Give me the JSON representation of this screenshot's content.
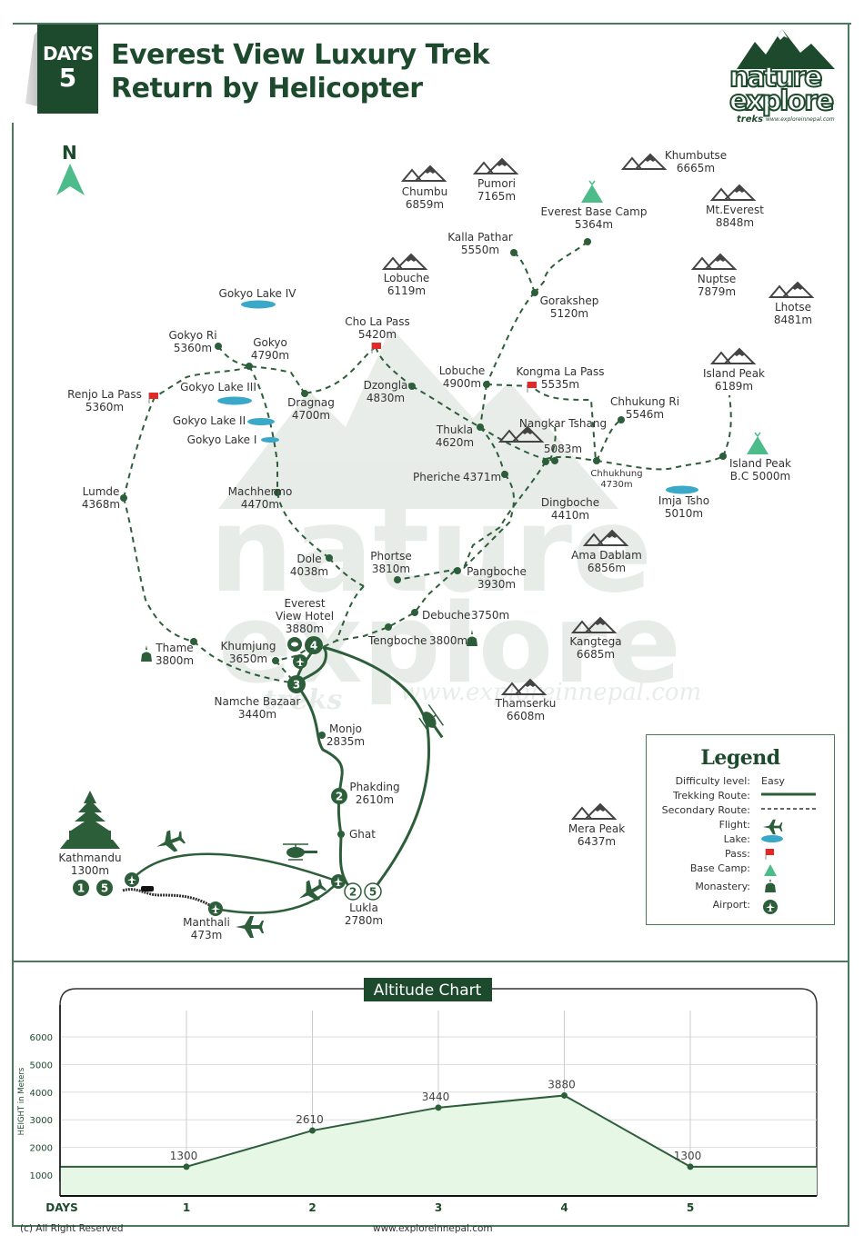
{
  "header": {
    "days_label": "DAYS",
    "days_count": "5",
    "title_line1": "Everest View Luxury Trek",
    "title_line2": "Return by Helicopter"
  },
  "logo": {
    "line1": "nature",
    "line2": "explore",
    "line3": "treks",
    "url": "www.exploreinnepal.com"
  },
  "compass": {
    "label": "N"
  },
  "colors": {
    "brand_green": "#1d4a2c",
    "route_green": "#2d5e3a",
    "lake": "#3aa9c9",
    "base_camp": "#4dbb8a",
    "pass_flag": "#e02a2a",
    "chart_fill": "#e6f7e6"
  },
  "watermark": {
    "text1": "nature",
    "text2": "explore",
    "text3": "treks",
    "url": "www.exploreinnepal.com"
  },
  "mountains": [
    {
      "name": "Chumbu",
      "alt": "6859m"
    },
    {
      "name": "Pumori",
      "alt": "7165m"
    },
    {
      "name": "Khumbutse",
      "alt": "6665m"
    },
    {
      "name": "Mt.Everest",
      "alt": "8848m"
    },
    {
      "name": "Lobuche",
      "alt": "6119m"
    },
    {
      "name": "Nuptse",
      "alt": "7879m"
    },
    {
      "name": "Lhotse",
      "alt": "8481m"
    },
    {
      "name": "Island Peak",
      "alt": "6189m"
    },
    {
      "name": "Nangkar Tshang",
      "alt": "5083m"
    },
    {
      "name": "Ama Dablam",
      "alt": "6856m"
    },
    {
      "name": "Kangtega",
      "alt": "6685m"
    },
    {
      "name": "Thamserku",
      "alt": "6608m"
    },
    {
      "name": "Mera Peak",
      "alt": "6437m"
    }
  ],
  "places": {
    "ebc": {
      "name": "Everest Base Camp",
      "alt": "5364m"
    },
    "kalla_pathar": {
      "name": "Kalla Pathar",
      "alt": "5550m"
    },
    "gorakshep": {
      "name": "Gorakshep",
      "alt": "5120m"
    },
    "gokyo_lake_iv": {
      "name": "Gokyo Lake IV"
    },
    "gokyo_ri": {
      "name": "Gokyo Ri",
      "alt": "5360m"
    },
    "gokyo": {
      "name": "Gokyo",
      "alt": "4790m"
    },
    "cho_la": {
      "name": "Cho La Pass",
      "alt": "5420m"
    },
    "renjo_la": {
      "name": "Renjo La Pass",
      "alt": "5360m"
    },
    "gokyo_lake_iii": {
      "name": "Gokyo Lake III"
    },
    "gokyo_lake_ii": {
      "name": "Gokyo Lake II"
    },
    "gokyo_lake_i": {
      "name": "Gokyo Lake I"
    },
    "dragnag": {
      "name": "Dragnag",
      "alt": "4700m"
    },
    "dzongla": {
      "name": "Dzongla",
      "alt": "4830m"
    },
    "lobuche_village": {
      "name": "Lobuche",
      "alt": "4900m"
    },
    "kongma_la": {
      "name": "Kongma La Pass",
      "alt": "5535m"
    },
    "chhukung_ri": {
      "name": "Chhukung Ri",
      "alt": "5546m"
    },
    "thukla": {
      "name": "Thukla",
      "alt": "4620m"
    },
    "pheriche": {
      "name": "Pheriche",
      "alt": "4371m"
    },
    "dingboche": {
      "name": "Dingboche",
      "alt": "4410m"
    },
    "chhukhung": {
      "name": "Chhukhung",
      "alt": "4730m"
    },
    "island_peak_bc": {
      "name": "Island Peak",
      "alt": "B.C 5000m"
    },
    "imja_tsho": {
      "name": "Imja Tsho",
      "alt": "5010m"
    },
    "lumde": {
      "name": "Lumde",
      "alt": "4368m"
    },
    "machhermo": {
      "name": "Machhermo",
      "alt": "4470m"
    },
    "dole": {
      "name": "Dole",
      "alt": "4038m"
    },
    "phortse": {
      "name": "Phortse",
      "alt": "3810m"
    },
    "pangboche": {
      "name": "Pangboche",
      "alt": "3930m"
    },
    "debuche": {
      "name": "Debuche",
      "alt": "3750m"
    },
    "tengboche": {
      "name": "Tengboche",
      "alt": "3800m"
    },
    "everest_view_hotel": {
      "name1": "Everest",
      "name2": "View Hotel",
      "alt": "3880m"
    },
    "khumjung": {
      "name": "Khumjung",
      "alt": "3650m"
    },
    "thame": {
      "name": "Thame",
      "alt": "3800m"
    },
    "namche": {
      "name": "Namche Bazaar",
      "alt": "3440m"
    },
    "monjo": {
      "name": "Monjo",
      "alt": "2835m"
    },
    "phakding": {
      "name": "Phakding",
      "alt": "2610m"
    },
    "ghat": {
      "name": "Ghat"
    },
    "lukla": {
      "name": "Lukla",
      "alt": "2780m"
    },
    "kathmandu": {
      "name": "Kathmandu",
      "alt": "1300m"
    },
    "manthali": {
      "name": "Manthali",
      "alt": "473m"
    }
  },
  "day_markers": {
    "kathmandu": [
      "1",
      "5"
    ],
    "phakding": "2",
    "namche": "3",
    "hotel": "4",
    "lukla": [
      "2",
      "5"
    ]
  },
  "legend": {
    "title": "Legend",
    "rows": [
      {
        "key": "Difficulty level:",
        "value": "Easy"
      },
      {
        "key": "Trekking Route:",
        "icon": "solid-line-icon"
      },
      {
        "key": "Secondary Route:",
        "icon": "dashed-line-icon"
      },
      {
        "key": "Flight:",
        "icon": "plane-icon"
      },
      {
        "key": "Lake:",
        "icon": "lake-icon"
      },
      {
        "key": "Pass:",
        "icon": "flag-icon"
      },
      {
        "key": "Base Camp:",
        "icon": "tent-icon"
      },
      {
        "key": "Monastery:",
        "icon": "stupa-icon"
      },
      {
        "key": "Airport:",
        "icon": "airport-icon"
      }
    ]
  },
  "chart_data": {
    "type": "area",
    "title": "Altitude Chart",
    "xlabel": "DAYS",
    "ylabel": "HEIGHT in Meters",
    "categories": [
      "1",
      "2",
      "3",
      "4",
      "5"
    ],
    "values": [
      1300,
      2610,
      3440,
      3880,
      1300
    ],
    "data_labels": [
      "1300",
      "2610",
      "3440",
      "3880",
      "1300"
    ],
    "yticks": [
      1000,
      2000,
      3000,
      4000,
      5000,
      6000
    ],
    "ylim": [
      300,
      7000
    ],
    "grid": true,
    "legend": "none"
  },
  "footer": {
    "copyright": "(c) All Right Reserved",
    "url": "www.exploreinnepal.com"
  }
}
